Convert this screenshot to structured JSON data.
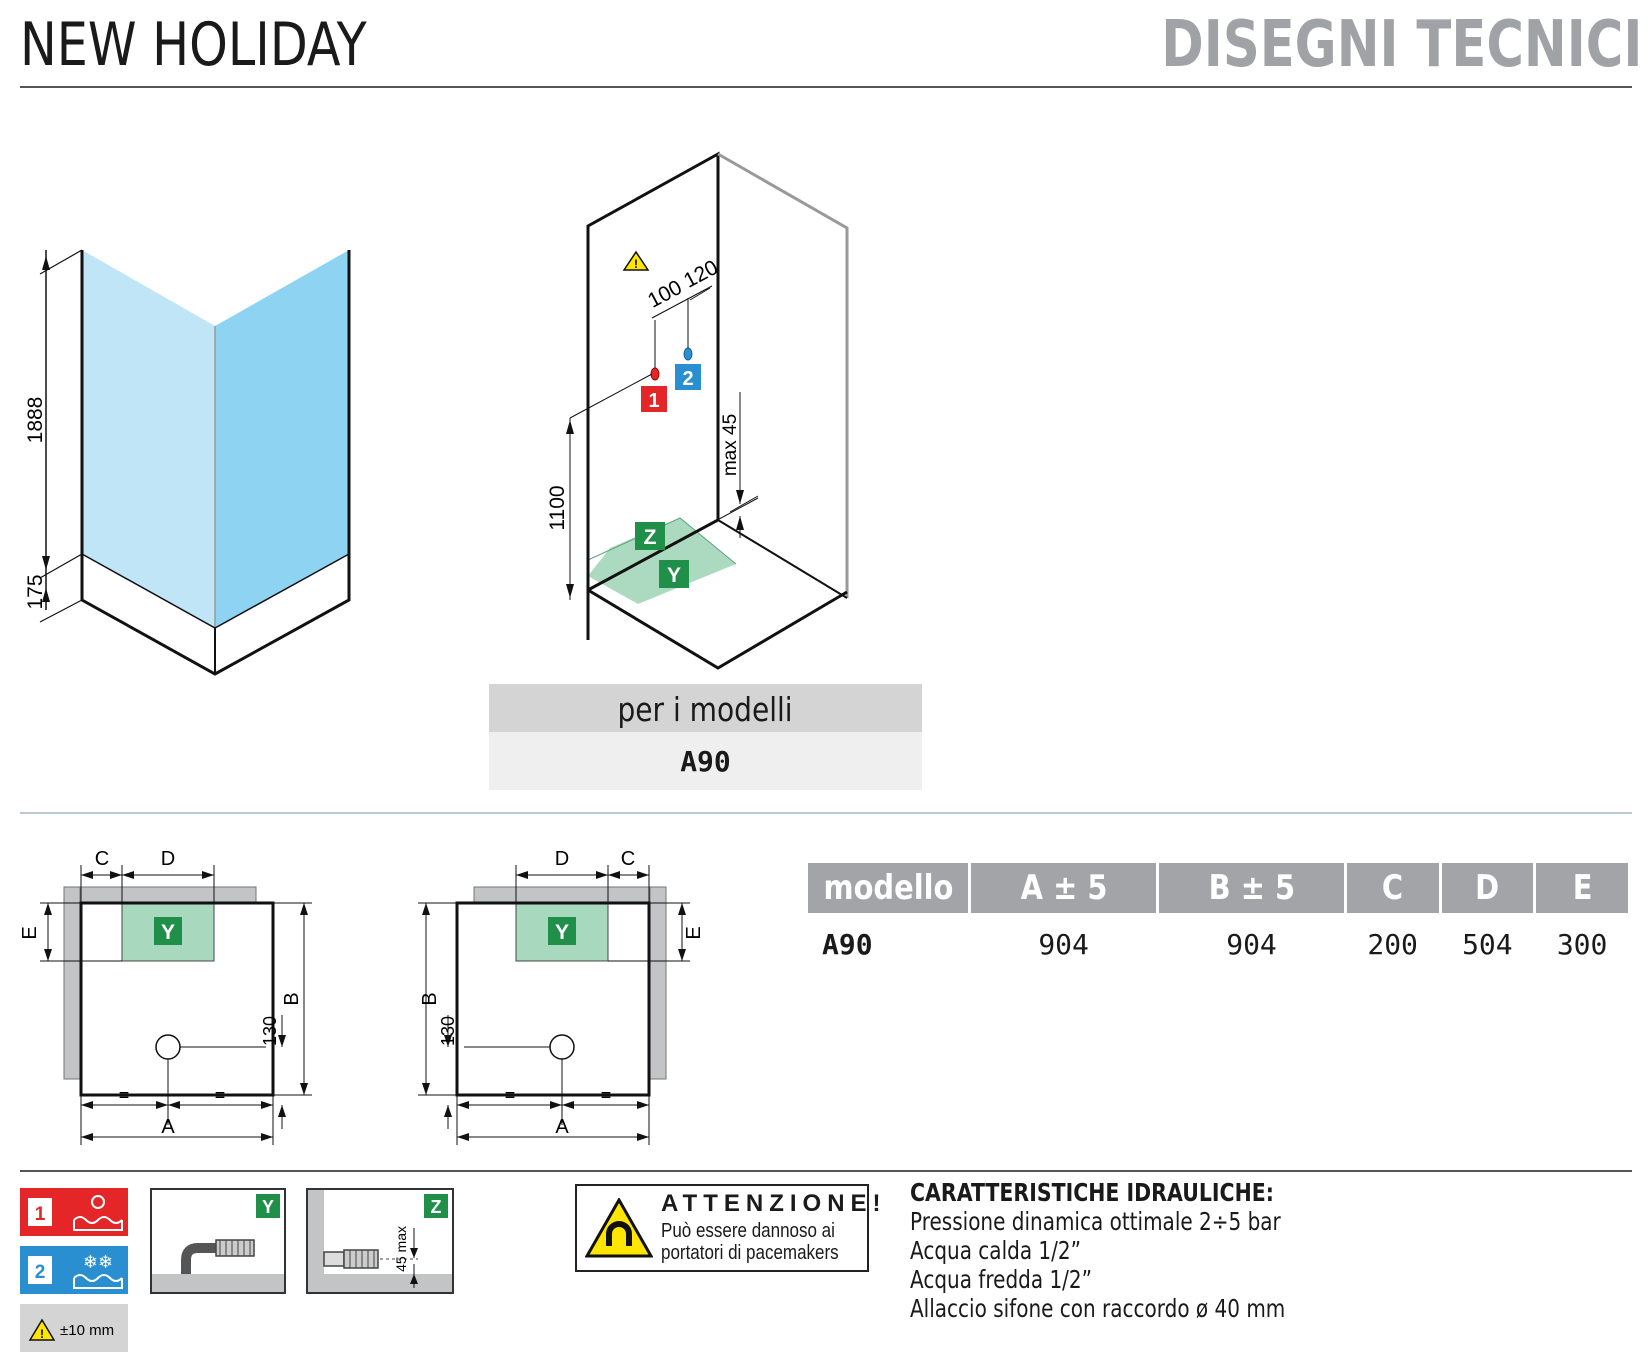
{
  "header": {
    "title_left": "NEW HOLIDAY",
    "title_right": "DISEGNI TECNICI"
  },
  "elevation": {
    "height_total": "1888",
    "height_base": "175"
  },
  "iso": {
    "dim_100": "100",
    "dim_120": "120",
    "dim_1100": "1100",
    "dim_max45": "max 45",
    "label_1": "1",
    "label_2": "2",
    "label_z": "Z",
    "label_y": "Y"
  },
  "models_box": {
    "header": "per i modelli",
    "model": "A90"
  },
  "plan": {
    "label_a": "A",
    "label_b": "B",
    "label_c": "C",
    "label_d": "D",
    "label_e": "E",
    "label_y": "Y",
    "dim_130": "130",
    "equal": "="
  },
  "spec_table": {
    "headers": [
      "modello",
      "A ± 5",
      "B ± 5",
      "C",
      "D",
      "E"
    ],
    "rows": [
      [
        "A90",
        "904",
        "904",
        "200",
        "504",
        "300"
      ]
    ]
  },
  "legend": {
    "hot_num": "1",
    "cold_num": "2",
    "tolerance": "±10 mm",
    "y_label": "Y",
    "z_label": "Z",
    "z_dim": "45 max"
  },
  "warning": {
    "title": "ATTENZIONE!",
    "line1": "Può essere dannoso ai",
    "line2": "portatori di pacemakers"
  },
  "hydraulic": {
    "title": "CARATTERISTICHE IDRAULICHE:",
    "lines": [
      "Pressione dinamica ottimale 2÷5 bar",
      "Acqua calda 1/2”",
      "Acqua fredda 1/2”",
      "Allaccio sifone con raccordo ø 40 mm"
    ]
  },
  "colors": {
    "glass_left": "#bfe5f6",
    "glass_right": "#8fd3f2",
    "hot": "#e52629",
    "cold": "#2a8fd0",
    "drain_green": "#1f8f4a",
    "drain_zone": "#a8d8bd",
    "header_gray": "#a3a4a7"
  }
}
